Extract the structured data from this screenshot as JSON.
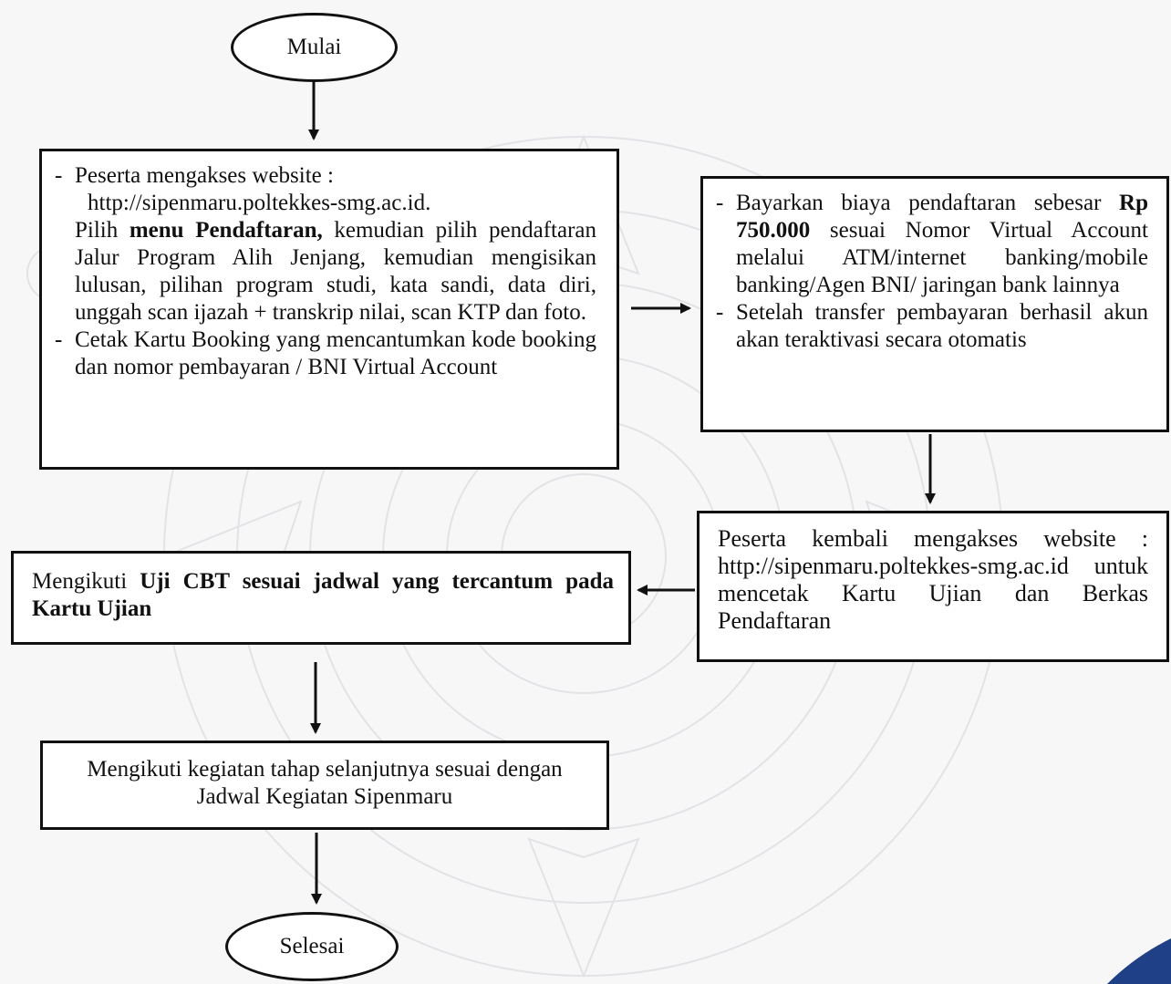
{
  "start": {
    "label": "Mulai"
  },
  "step1": {
    "item1_line1": "Peserta mengakses website :",
    "item1_url": "http://sipenmaru.poltekkes-smg.ac.id.",
    "item1_pre": "Pilih ",
    "item1_bold": "menu Pendaftaran,",
    "item1_post": " kemudian pilih pendaftaran Jalur Program Alih Jenjang, kemudian mengisikan lulusan, pilihan program studi, kata sandi, data diri, unggah scan ijazah + transkrip nilai, scan KTP dan foto.",
    "item2": "Cetak Kartu Booking yang mencantumkan kode booking dan nomor pembayaran / BNI Virtual Account"
  },
  "step2": {
    "item1_pre": "Bayarkan biaya pendaftaran sebesar ",
    "item1_bold": "Rp 750.000",
    "item1_post": " sesuai Nomor Virtual Account melalui ATM/internet banking/mobile banking/Agen BNI/ jaringan bank lainnya",
    "item2": "Setelah transfer pembayaran berhasil akun akan teraktivasi secara otomatis"
  },
  "step3": {
    "text": "Peserta kembali mengakses website : http://sipenmaru.poltekkes-smg.ac.id untuk mencetak Kartu Ujian dan Berkas Pendaftaran"
  },
  "step4": {
    "pre": "Mengikuti ",
    "bold": "Uji CBT sesuai jadwal yang tercantum pada Kartu Ujian"
  },
  "step5": {
    "text": "Mengikuti kegiatan tahap selanjutnya sesuai dengan Jadwal Kegiatan Sipenmaru"
  },
  "end": {
    "label": "Selesai"
  },
  "dash": "-",
  "colors": {
    "stroke": "#111111",
    "box_fill": "#ffffff",
    "background": "#f7f7f8",
    "corner_accent": "#1f3f86"
  }
}
